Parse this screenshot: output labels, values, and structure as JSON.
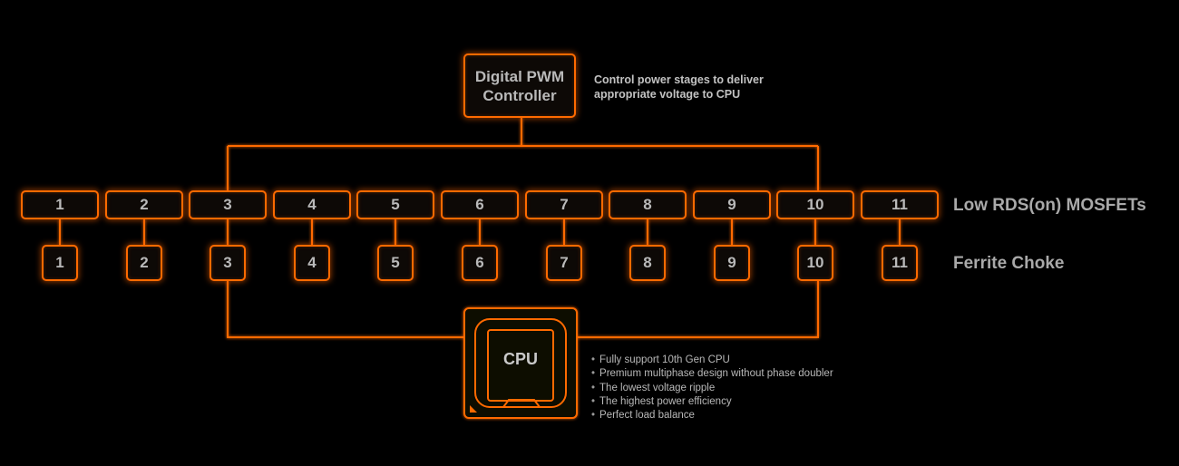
{
  "controller": {
    "title": "Digital PWM\nController",
    "description": "Control power stages  to deliver\nappropriate voltage to CPU"
  },
  "mosfets": {
    "label": "Low RDS(on) MOSFETs",
    "items": [
      "1",
      "2",
      "3",
      "4",
      "5",
      "6",
      "7",
      "8",
      "9",
      "10",
      "11"
    ]
  },
  "chokes": {
    "label": "Ferrite Choke",
    "items": [
      "1",
      "2",
      "3",
      "4",
      "5",
      "6",
      "7",
      "8",
      "9",
      "10",
      "11"
    ]
  },
  "cpu": {
    "label": "CPU",
    "features": [
      "Fully support 10th Gen CPU",
      "Premium multiphase design without phase doubler",
      "The lowest voltage ripple",
      "The highest power efficiency",
      "Perfect load balance"
    ]
  },
  "colors": {
    "accent": "#ff6a00",
    "background": "#000000",
    "text": "#b9b9b9"
  }
}
